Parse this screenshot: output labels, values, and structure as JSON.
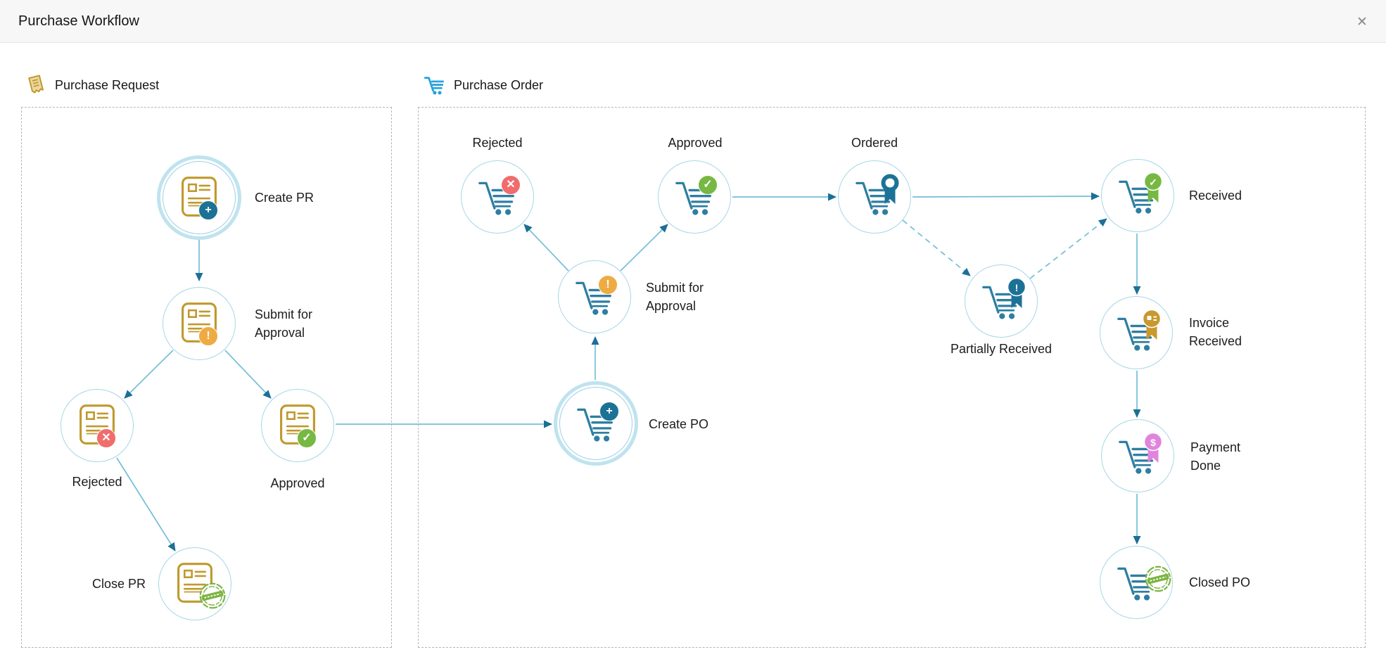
{
  "window": {
    "title": "Purchase Workflow",
    "close_glyph": "✕"
  },
  "sections": {
    "purchase_request": {
      "label": "Purchase Request"
    },
    "purchase_order": {
      "label": "Purchase Order"
    }
  },
  "glyphs": {
    "plus": "+",
    "exclamation": "!",
    "cross": "✕",
    "check": "✓",
    "dollar": "$"
  },
  "nodes": {
    "pr_create": {
      "label": "Create PR",
      "badge": "plus",
      "selected": true
    },
    "pr_submit": {
      "label": "Submit for Approval",
      "badge": "exclamation",
      "selected": false
    },
    "pr_rejected": {
      "label": "Rejected",
      "badge": "cross",
      "selected": false
    },
    "pr_approved": {
      "label": "Approved",
      "badge": "check",
      "selected": false
    },
    "pr_close": {
      "label": "Close PR",
      "badge": "closed-stamp",
      "selected": false
    },
    "po_rejected": {
      "label": "Rejected",
      "badge": "cross",
      "selected": false
    },
    "po_approved": {
      "label": "Approved",
      "badge": "check",
      "selected": false
    },
    "po_ordered": {
      "label": "Ordered",
      "badge": "medal-ring",
      "selected": false
    },
    "po_received": {
      "label": "Received",
      "badge": "medal-check",
      "selected": false
    },
    "po_submit": {
      "label": "Submit for Approval",
      "badge": "exclamation",
      "selected": false
    },
    "po_create": {
      "label": "Create PO",
      "badge": "plus",
      "selected": true
    },
    "po_partially_received": {
      "label": "Partially Received",
      "badge": "medal-exclamation",
      "selected": false
    },
    "po_invoice_received": {
      "label": "Invoice Received",
      "badge": "medal-invoice",
      "selected": false
    },
    "po_payment_done": {
      "label": "Payment Done",
      "badge": "medal-dollar",
      "selected": false
    },
    "po_closed": {
      "label": "Closed PO",
      "badge": "closed-stamp",
      "selected": false
    }
  },
  "edges": [
    {
      "from": "pr_create",
      "to": "pr_submit",
      "style": "solid"
    },
    {
      "from": "pr_submit",
      "to": "pr_rejected",
      "style": "solid"
    },
    {
      "from": "pr_submit",
      "to": "pr_approved",
      "style": "solid"
    },
    {
      "from": "pr_rejected",
      "to": "pr_close",
      "style": "solid"
    },
    {
      "from": "pr_approved",
      "to": "po_create",
      "style": "solid"
    },
    {
      "from": "po_create",
      "to": "po_submit",
      "style": "solid"
    },
    {
      "from": "po_submit",
      "to": "po_rejected",
      "style": "solid"
    },
    {
      "from": "po_submit",
      "to": "po_approved",
      "style": "solid"
    },
    {
      "from": "po_approved",
      "to": "po_ordered",
      "style": "solid"
    },
    {
      "from": "po_ordered",
      "to": "po_received",
      "style": "solid"
    },
    {
      "from": "po_ordered",
      "to": "po_partially_received",
      "style": "dashed"
    },
    {
      "from": "po_partially_received",
      "to": "po_received",
      "style": "dashed"
    },
    {
      "from": "po_received",
      "to": "po_invoice_received",
      "style": "solid"
    },
    {
      "from": "po_invoice_received",
      "to": "po_payment_done",
      "style": "solid"
    },
    {
      "from": "po_payment_done",
      "to": "po_closed",
      "style": "solid"
    }
  ],
  "colors": {
    "node_border": "#a7d6e7",
    "selected_ring": "#bfe3ef",
    "edge_line": "#74bdd8",
    "arrowhead": "#1c6f96",
    "doc_icon": "#c0992e",
    "cart_icon": "#2e7ea2",
    "badge_plus": "#1c7296",
    "badge_exclamation": "#efab43",
    "badge_cross": "#f16c6c",
    "badge_check": "#77b843",
    "medal_teal": "#1c7296",
    "medal_green": "#77b843",
    "medal_gold": "#c9992e",
    "medal_pink": "#e084de",
    "stamp_green": "#7cb342",
    "header_bg": "#f7f7f8",
    "po_header_icon": "#29a3dd"
  }
}
